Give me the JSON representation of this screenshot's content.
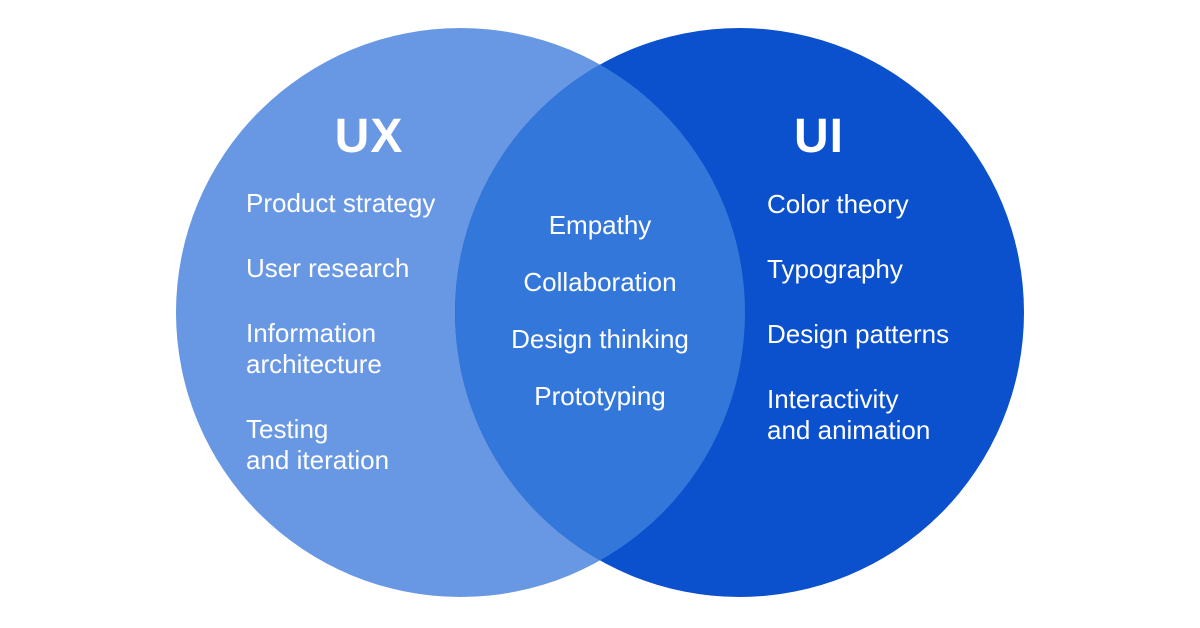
{
  "venn": {
    "background": "#ffffff",
    "text_color": "#ffffff",
    "left": {
      "title": "UX",
      "circle_color": "#6897e3",
      "items": [
        [
          "Product strategy"
        ],
        [
          "User research"
        ],
        [
          "Information",
          "architecture"
        ],
        [
          "Testing",
          "and iteration"
        ]
      ]
    },
    "middle": {
      "overlap_color": "#3377db",
      "items": [
        [
          "Empathy"
        ],
        [
          "Collaboration"
        ],
        [
          "Design thinking"
        ],
        [
          "Prototyping"
        ]
      ]
    },
    "right": {
      "title": "UI",
      "circle_color": "#0b50cc",
      "items": [
        [
          "Color theory"
        ],
        [
          "Typography"
        ],
        [
          "Design patterns"
        ],
        [
          "Interactivity",
          "and animation"
        ]
      ]
    }
  }
}
